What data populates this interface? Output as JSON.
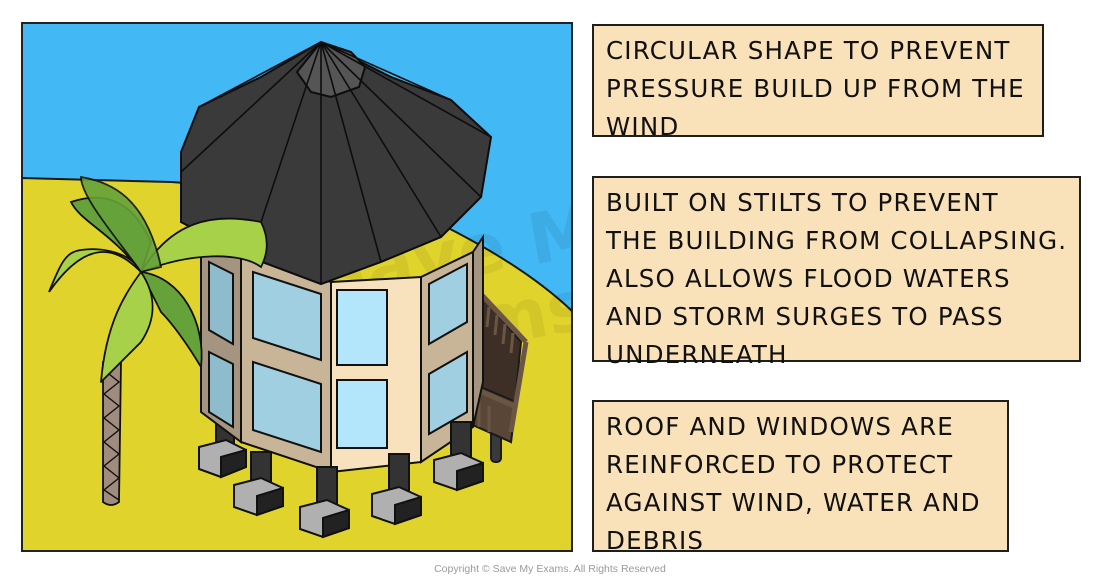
{
  "diagram": {
    "subject": "Hurricane-resistant stilt house on a beach",
    "colors": {
      "sky": "#42b8f5",
      "sand": "#e0d42c",
      "roof": "#3a3a3a",
      "roof_cap": "#555555",
      "wall_front": "#f8e1bd",
      "wall_side": "#c8b496",
      "window_front": "#b3e6fa",
      "window_side": "#9fcfe0",
      "stilt": "#333333",
      "footing": "#b0b0b0",
      "deck": "#4a3a2e",
      "palm_leaf_light": "#a8d14a",
      "palm_leaf_dark": "#66a23a",
      "palm_trunk": "#a08c7e",
      "note_bg": "#f9e1b9"
    }
  },
  "notes": [
    {
      "id": "circular-shape",
      "lines": [
        "CIRCULAR SHAPE TO PREVENT",
        "PRESSURE BUILD UP FROM THE",
        "WIND"
      ]
    },
    {
      "id": "stilts",
      "lines": [
        "BUILT ON STILTS TO PREVENT",
        "THE BUILDING FROM COLLAPSING.",
        "ALSO ALLOWS FLOOD WATERS",
        "AND STORM SURGES TO PASS",
        "UNDERNEATH"
      ]
    },
    {
      "id": "reinforced",
      "lines": [
        "ROOF AND WINDOWS ARE",
        "REINFORCED TO PROTECT",
        "AGAINST WIND, WATER AND",
        "DEBRIS"
      ]
    }
  ],
  "watermark": "Save My Exams",
  "copyright": "Copyright © Save My Exams. All Rights Reserved"
}
